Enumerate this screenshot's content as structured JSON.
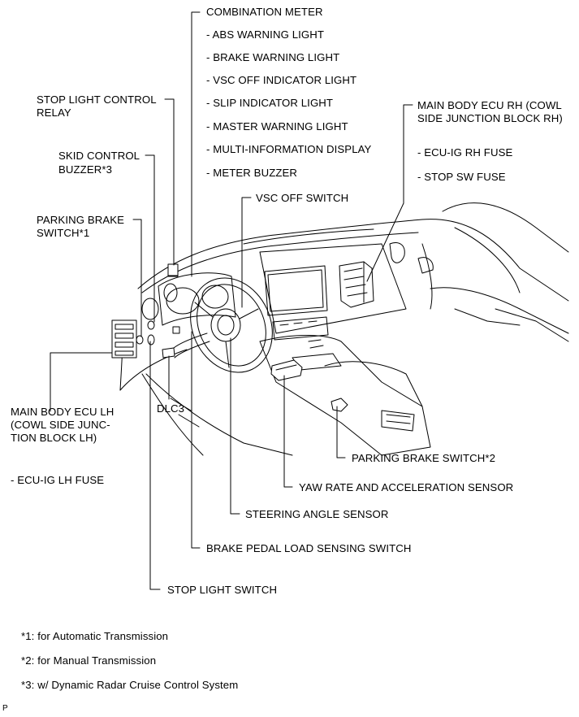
{
  "labels": {
    "combination_meter": "COMBINATION METER",
    "abs_light": "- ABS WARNING LIGHT",
    "brake_light": "- BRAKE WARNING LIGHT",
    "vsc_off_light": "- VSC OFF INDICATOR LIGHT",
    "slip_light": "- SLIP INDICATOR LIGHT",
    "master_light": "- MASTER WARNING LIGHT",
    "multi_display": "- MULTI-INFORMATION DISPLAY",
    "meter_buzzer": "- METER BUZZER",
    "stop_relay_1": "STOP LIGHT CONTROL",
    "stop_relay_2": "RELAY",
    "skid_buzzer_1": "SKID CONTROL",
    "skid_buzzer_2": "BUZZER*3",
    "parking_sw1_1": "PARKING BRAKE",
    "parking_sw1_2": "SWITCH*1",
    "vsc_off_switch": "VSC OFF SWITCH",
    "ecu_rh_1": "MAIN BODY ECU RH (COWL",
    "ecu_rh_2": "SIDE JUNCTION BLOCK RH)",
    "ecu_ig_rh": "- ECU-IG RH FUSE",
    "stop_sw_fuse": "- STOP SW FUSE",
    "ecu_lh_1": "MAIN BODY ECU LH",
    "ecu_lh_2": "(COWL SIDE JUNC-",
    "ecu_lh_3": "TION BLOCK LH)",
    "ecu_ig_lh": "- ECU-IG LH FUSE",
    "dlc3": "DLC3",
    "parking_sw2": "PARKING BRAKE SWITCH*2",
    "yaw_sensor": "YAW RATE AND ACCELERATION SENSOR",
    "steering_sensor": "STEERING ANGLE SENSOR",
    "brake_pedal_sw": "BRAKE PEDAL LOAD SENSING SWITCH",
    "stop_light_sw": "STOP LIGHT SWITCH"
  },
  "footnotes": {
    "n1": "*1: for Automatic Transmission",
    "n2": "*2: for Manual Transmission",
    "n3": "*3: w/ Dynamic Radar Cruise Control System"
  },
  "figure_code": "P"
}
